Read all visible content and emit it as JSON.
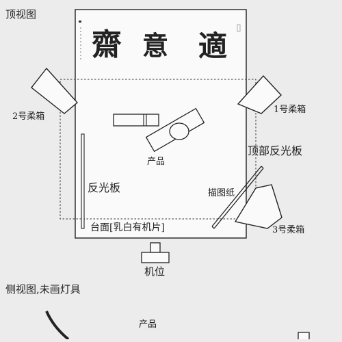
{
  "labels": {
    "top_view": "顶视图",
    "softbox_2": "2号柔箱",
    "softbox_1": "1号柔箱",
    "softbox_3": "3号柔箱",
    "product_top": "产品",
    "reflector": "反光板",
    "top_reflector": "顶部反光板",
    "tracing_paper": "描图纸",
    "table": "台面[乳白有机片]",
    "camera_position": "机位",
    "side_view": "侧视图,未画灯具",
    "product_side": "产品"
  },
  "calligraphy": {
    "characters": [
      "齋",
      "意",
      "適"
    ]
  },
  "colors": {
    "background": "#ececec",
    "line": "#222222",
    "table_fill": "#fafafa"
  }
}
